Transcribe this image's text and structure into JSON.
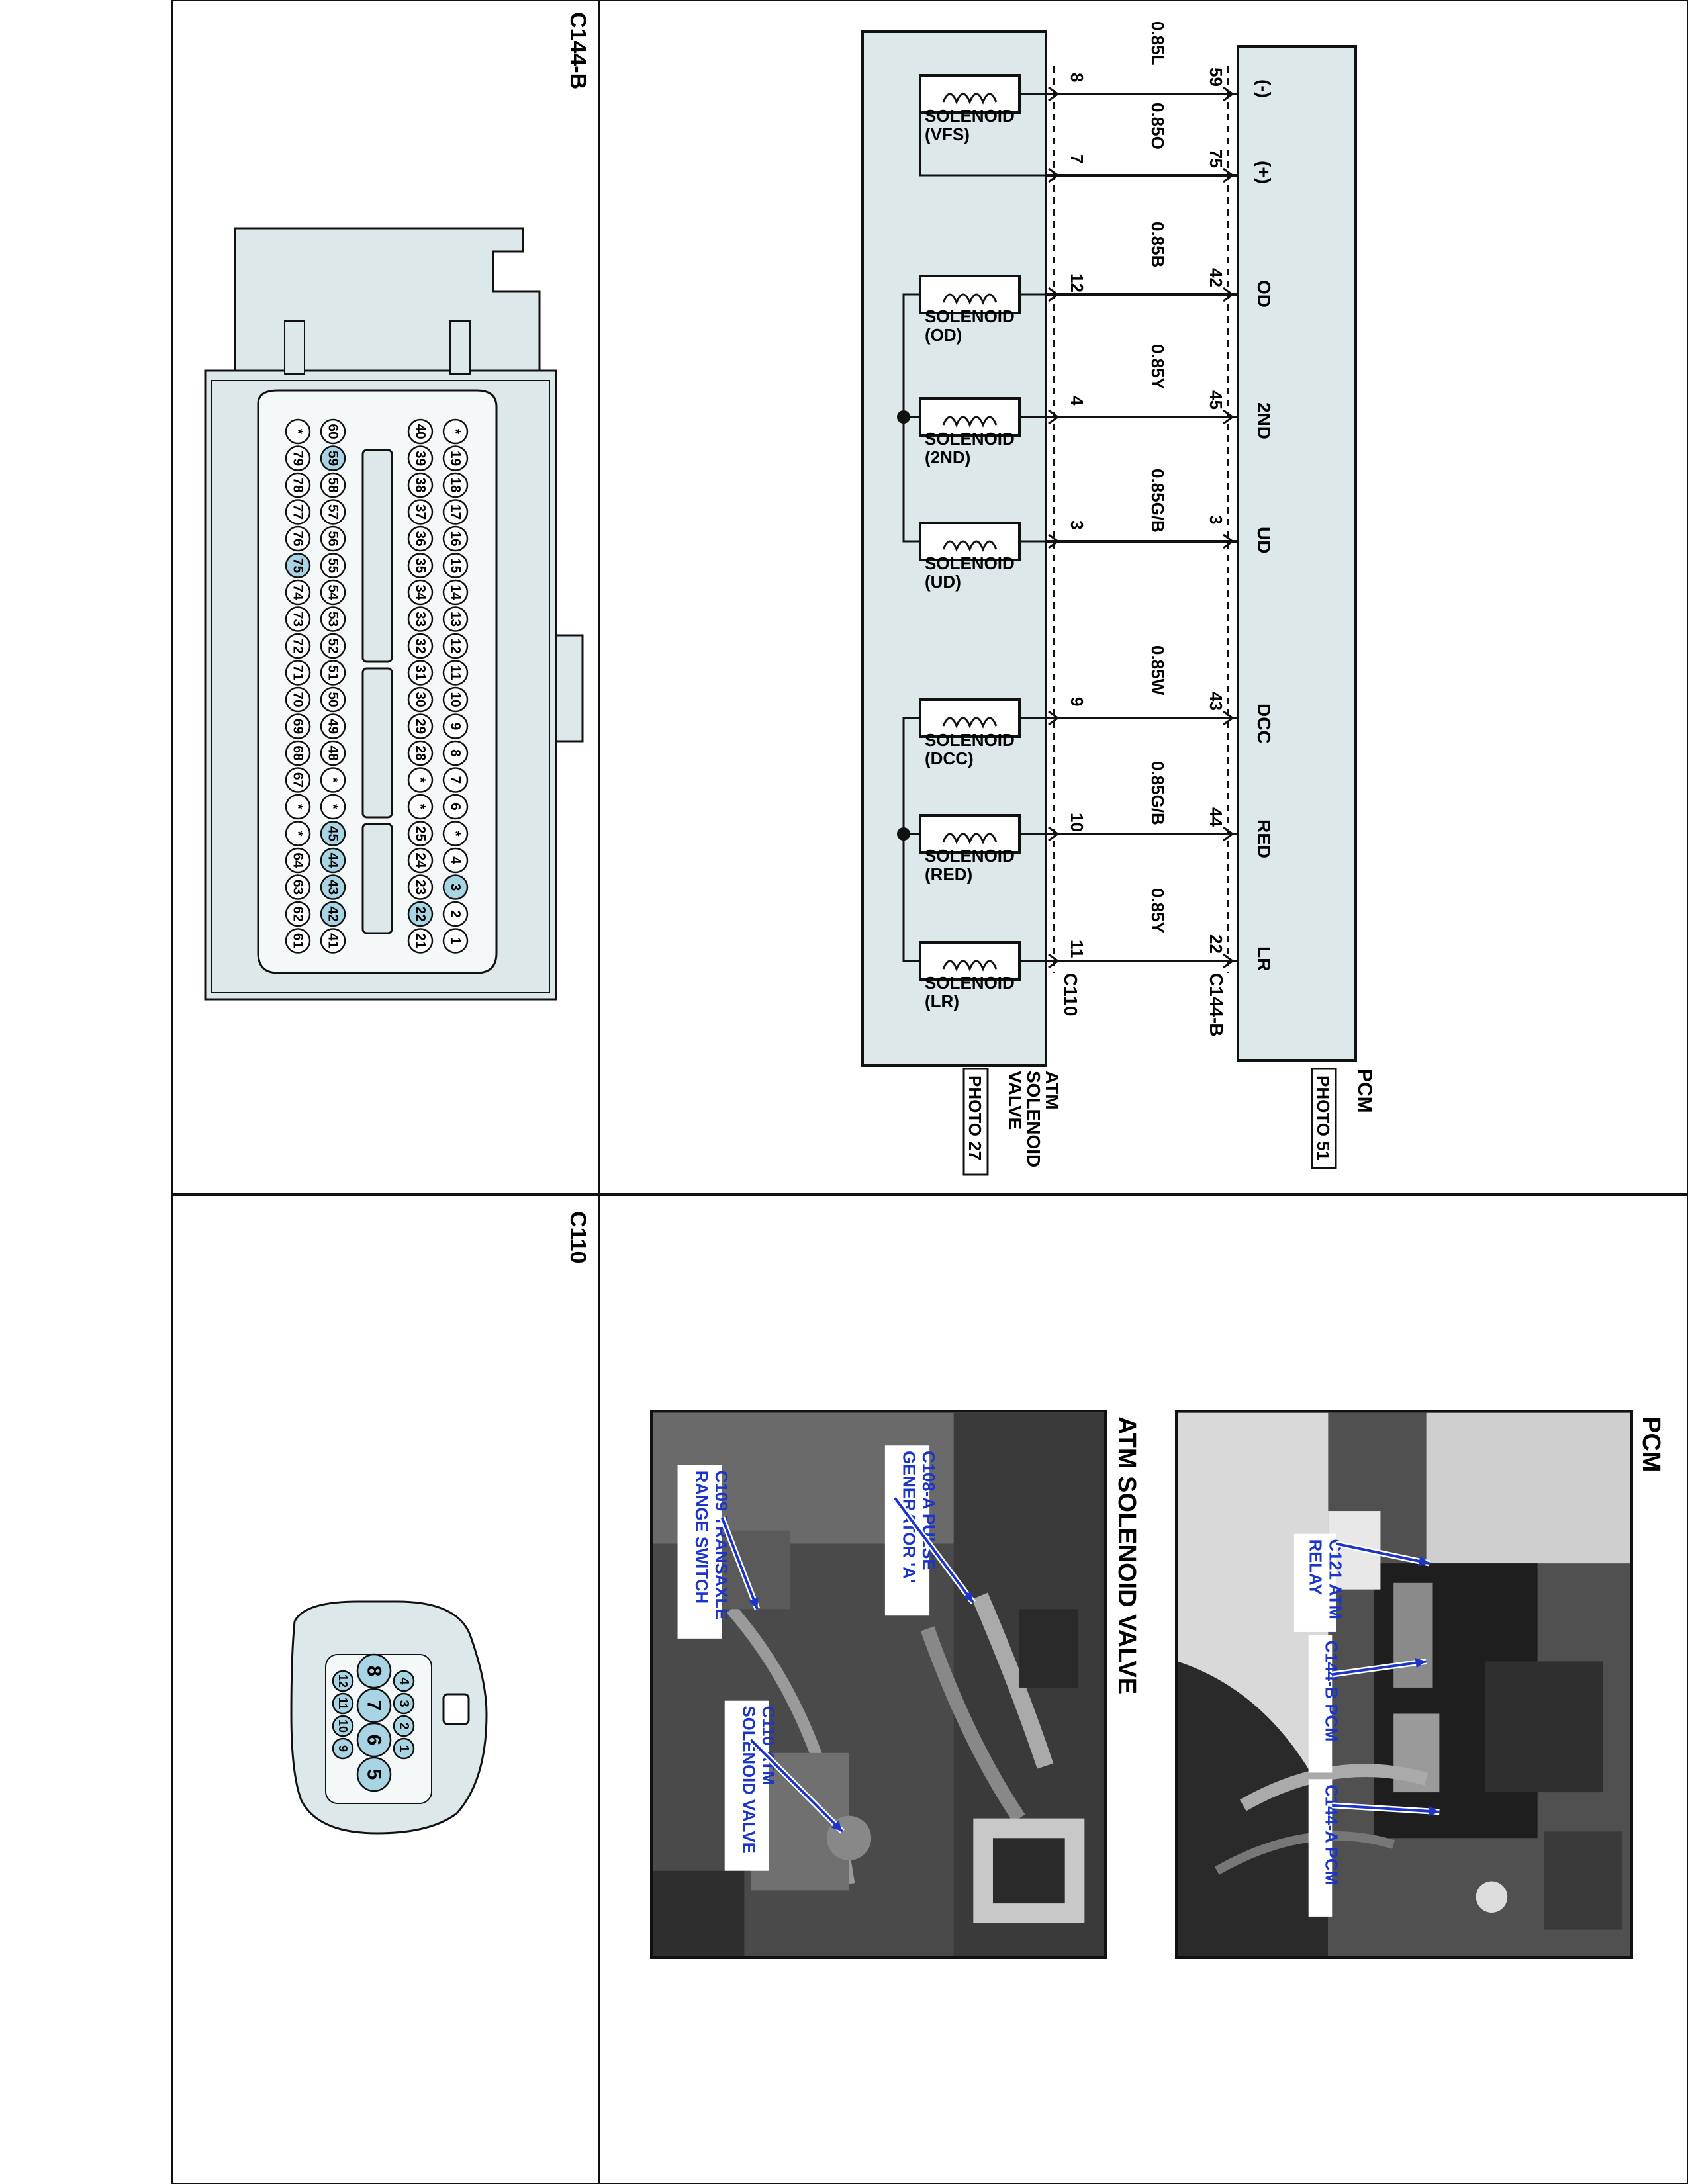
{
  "panels": {
    "c144b_title": "C144-B",
    "c110_title": "C110",
    "pcm_photo_title": "PCM",
    "atm_photo_title": "ATM SOLENOID VALVE"
  },
  "schematic": {
    "pcm_label": "PCM",
    "pcm_photo_ref": "PHOTO 51",
    "atm_label_lines": [
      "ATM",
      "SOLENOID",
      "VALVE"
    ],
    "atm_photo_ref": "PHOTO 27",
    "connector_pcm": "C144-B",
    "connector_atm": "C110",
    "circuits": [
      {
        "pcm_pin": "59",
        "signal": "(-)",
        "wire": "0.85L",
        "atm_pin": "8"
      },
      {
        "pcm_pin": "75",
        "signal": "(+)",
        "wire": "0.85O",
        "atm_pin": "7"
      },
      {
        "pcm_pin": "42",
        "signal": "OD",
        "wire": "0.85B",
        "atm_pin": "12"
      },
      {
        "pcm_pin": "45",
        "signal": "2ND",
        "wire": "0.85Y",
        "atm_pin": "4"
      },
      {
        "pcm_pin": "3",
        "signal": "UD",
        "wire": "0.85G/B",
        "atm_pin": "3"
      },
      {
        "pcm_pin": "43",
        "signal": "DCC",
        "wire": "0.85W",
        "atm_pin": "9"
      },
      {
        "pcm_pin": "44",
        "signal": "RED",
        "wire": "0.85G/B",
        "atm_pin": "10"
      },
      {
        "pcm_pin": "22",
        "signal": "LR",
        "wire": "0.85Y",
        "atm_pin": "11"
      }
    ],
    "solenoids": [
      {
        "name": "SOLENOID",
        "sub": "(VFS)"
      },
      {
        "name": "SOLENOID",
        "sub": "(OD)"
      },
      {
        "name": "SOLENOID",
        "sub": "(2ND)"
      },
      {
        "name": "SOLENOID",
        "sub": "(UD)"
      },
      {
        "name": "SOLENOID",
        "sub": "(DCC)"
      },
      {
        "name": "SOLENOID",
        "sub": "(RED)"
      },
      {
        "name": "SOLENOID",
        "sub": "(LR)"
      }
    ]
  },
  "c144b_pins": {
    "row1": [
      "*",
      "19",
      "18",
      "17",
      "16",
      "15",
      "14",
      "13",
      "12",
      "11",
      "10",
      "9",
      "8",
      "7",
      "6",
      "*",
      "4",
      "3",
      "2",
      "1"
    ],
    "row2": [
      "40",
      "39",
      "38",
      "37",
      "36",
      "35",
      "34",
      "33",
      "32",
      "31",
      "30",
      "29",
      "28",
      "*",
      "*",
      "25",
      "24",
      "23",
      "22",
      "21"
    ],
    "row3": [
      "60",
      "59",
      "58",
      "57",
      "56",
      "55",
      "54",
      "53",
      "52",
      "51",
      "50",
      "49",
      "48",
      "*",
      "*",
      "45",
      "44",
      "43",
      "42",
      "41"
    ],
    "row4": [
      "*",
      "79",
      "78",
      "77",
      "76",
      "75",
      "74",
      "73",
      "72",
      "71",
      "70",
      "69",
      "68",
      "67",
      "*",
      "*",
      "64",
      "63",
      "62",
      "61"
    ],
    "highlighted": [
      "3",
      "22",
      "42",
      "43",
      "44",
      "45",
      "59",
      "75"
    ]
  },
  "c110_pins": {
    "small_top": [
      "4",
      "3",
      "2",
      "1"
    ],
    "large": [
      "8",
      "7",
      "6",
      "5"
    ],
    "small_bottom": [
      "12",
      "11",
      "10",
      "9"
    ],
    "highlighted": [
      "3",
      "4",
      "5",
      "6",
      "7",
      "8",
      "9",
      "10",
      "11",
      "12"
    ]
  },
  "photo_labels": {
    "pcm": [
      {
        "lines": [
          "C121 ATM",
          "RELAY"
        ]
      },
      {
        "lines": [
          "C144-B PCM"
        ]
      },
      {
        "lines": [
          "C144-A PCM"
        ]
      }
    ],
    "atm": [
      {
        "lines": [
          "C108-A PULSE",
          "GENERATOR 'A'"
        ]
      },
      {
        "lines": [
          "C109 TRANSAXLE",
          "RANGE SWITCH"
        ]
      },
      {
        "lines": [
          "C110 ATM",
          "SOLENOID VALVE"
        ]
      }
    ]
  },
  "colors": {
    "pin_highlight": "#a9d4e4",
    "connector_fill": "#dde8ea",
    "box_fill": "#dde8ea",
    "label_blue": "#1a35c8"
  }
}
